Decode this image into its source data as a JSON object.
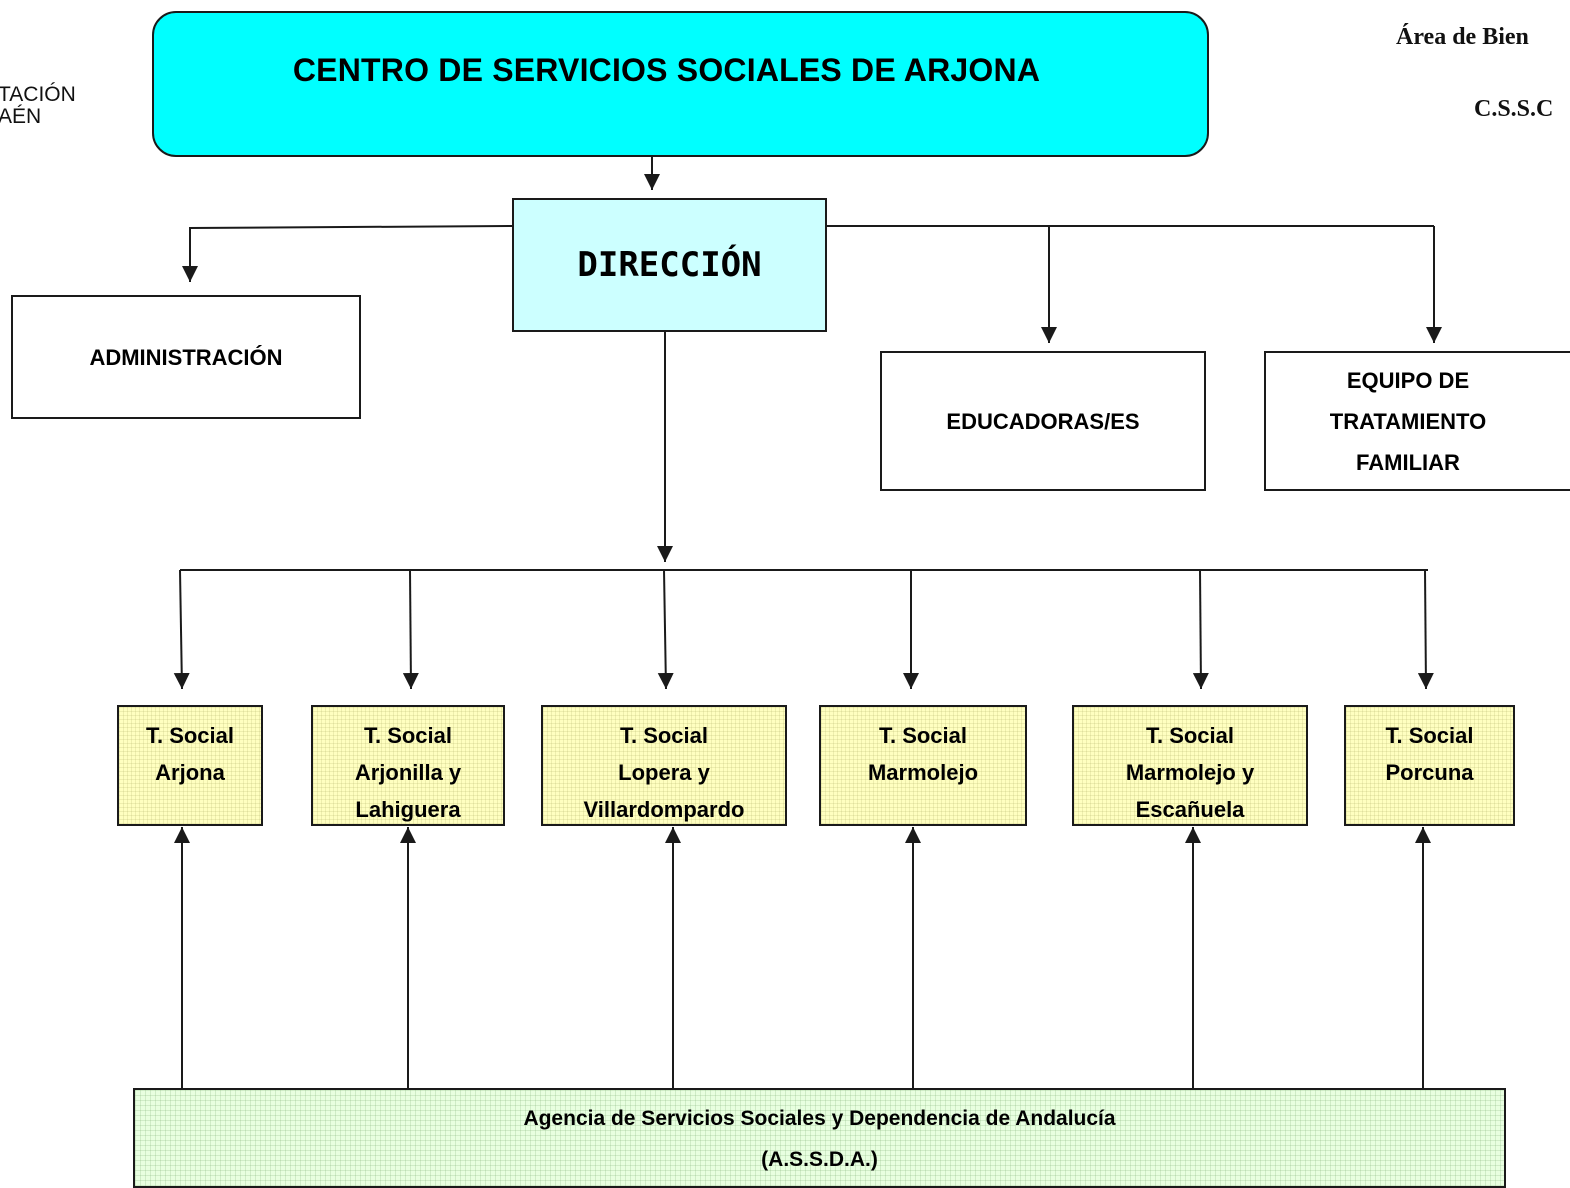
{
  "header": {
    "logo_line1": "TACIÓN",
    "logo_line2": "AÉN",
    "area": "Área de Bien",
    "cssc": "C.S.S.C"
  },
  "center": {
    "title": "CENTRO DE SERVICIOS SOCIALES DE ARJONA"
  },
  "direccion": {
    "label": "DIRECCIÓN"
  },
  "administracion": {
    "label": "ADMINISTRACIÓN"
  },
  "educadoras": {
    "label": "EDUCADORAS/ES"
  },
  "equipo": {
    "lines": [
      "EQUIPO DE",
      "TRATAMIENTO",
      "FAMILIAR"
    ]
  },
  "trabajadores": [
    {
      "lines": [
        "T. Social",
        "Arjona"
      ]
    },
    {
      "lines": [
        "T. Social",
        "Arjonilla y",
        "Lahiguera"
      ]
    },
    {
      "lines": [
        "T. Social",
        "Lopera y",
        "Villardompardo"
      ]
    },
    {
      "lines": [
        "T. Social",
        "Marmolejo"
      ]
    },
    {
      "lines": [
        "T. Social",
        "Marmolejo y",
        "Escañuela"
      ]
    },
    {
      "lines": [
        "T. Social",
        "Porcuna"
      ]
    }
  ],
  "assda": {
    "lines": [
      "Agencia de Servicios Sociales y Dependencia de Andalucía",
      "(A.S.S.D.A.)"
    ]
  },
  "colors": {
    "center_fill": "#00ffff",
    "direccion_fill": "#ccffff",
    "tsocial_fill": "#ffffc0",
    "assda_fill": "#e8ffe0",
    "line": "#1a1a1a"
  }
}
